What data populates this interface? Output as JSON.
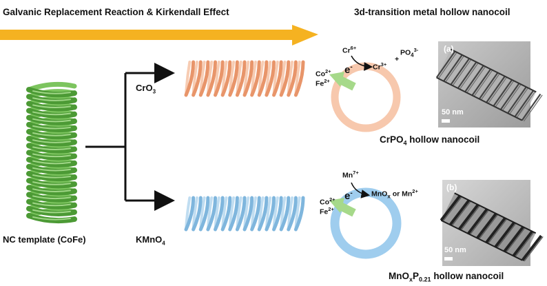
{
  "left_title": "Galvanic Replacement Reaction & Kirkendall Effect",
  "right_title": "3d-transition metal hollow nanocoil",
  "template_label": "NC template (CoFe)",
  "top_path": {
    "reagent_base": "CrO",
    "reagent_sub": "3",
    "oxidant": "Cr",
    "oxidant_charge": "6+",
    "product_ion": "Cr",
    "product_charge": "3+",
    "plus": "+",
    "phosphate": "PO",
    "phosphate_sub": "4",
    "phosphate_charge": "3-",
    "released_co": "Co",
    "released_fe": "Fe",
    "released_charge": "2+",
    "electron": "e",
    "electron_charge": "-",
    "panel_label": "(a)",
    "scale_text": "50 nm",
    "product_label_pre": "CrPO",
    "product_label_sub": "4",
    "product_label_post": " hollow nanocoil",
    "coil_color": "#e8956a",
    "ring_color": "#f7c8ad"
  },
  "bottom_path": {
    "reagent_base": "KMnO",
    "reagent_sub": "4",
    "oxidant": "Mn",
    "oxidant_charge": "7+",
    "product_a": "MnO",
    "product_a_sub": "x",
    "product_join": " or ",
    "product_b": "Mn",
    "product_b_charge": "2+",
    "released_co": "Co",
    "released_fe": "Fe",
    "released_charge": "2+",
    "electron": "e",
    "electron_charge": "-",
    "panel_label": "(b)",
    "scale_text": "50 nm",
    "product_label_a": "MnO",
    "product_label_a_sub": "x",
    "product_label_b": "P",
    "product_label_b_sub": "0.21",
    "product_label_post": " hollow nanocoil",
    "coil_color": "#7fb6dd",
    "ring_color": "#9fcdee"
  },
  "colors": {
    "arrow": "#f5b221",
    "template_coil": "#4c9a35",
    "electron_arrow": "#a6d98a"
  }
}
